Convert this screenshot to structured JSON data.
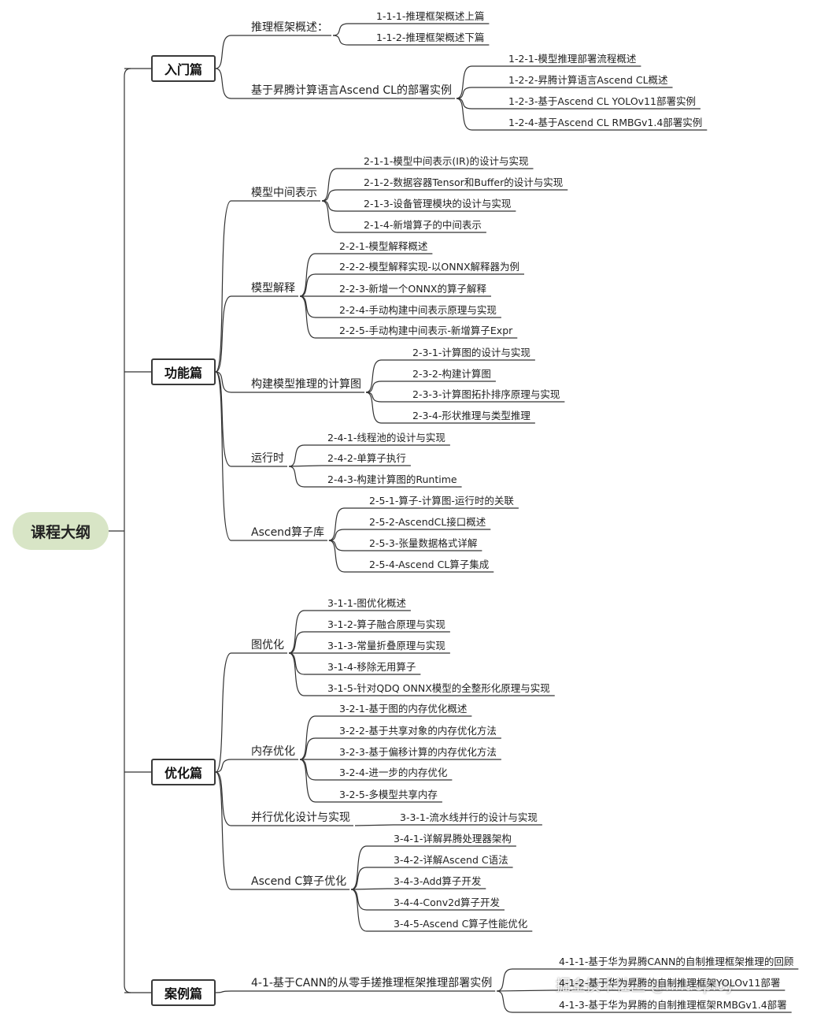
{
  "root": "课程大纲",
  "parts": [
    {
      "label": "入门篇",
      "sections": [
        {
          "label": "推理框架概述：",
          "leaves": [
            "1-1-1-推理框架概述上篇",
            "1-1-2-推理框架概述下篇"
          ]
        },
        {
          "label": "基于昇腾计算语言Ascend CL的部署实例",
          "leaves": [
            "1-2-1-模型推理部署流程概述",
            "1-2-2-昇腾计算语言Ascend CL概述",
            "1-2-3-基于Ascend CL YOLOv11部署实例",
            "1-2-4-基于Ascend CL RMBGv1.4部署实例"
          ]
        }
      ]
    },
    {
      "label": "功能篇",
      "sections": [
        {
          "label": "模型中间表示",
          "leaves": [
            "2-1-1-模型中间表示(IR)的设计与实现",
            "2-1-2-数据容器Tensor和Buffer的设计与实现",
            "2-1-3-设备管理模块的设计与实现",
            "2-1-4-新增算子的中间表示"
          ]
        },
        {
          "label": "模型解释",
          "leaves": [
            "2-2-1-模型解释概述",
            "2-2-2-模型解释实现-以ONNX解释器为例",
            "2-2-3-新增一个ONNX的算子解释",
            "2-2-4-手动构建中间表示原理与实现",
            "2-2-5-手动构建中间表示-新增算子Expr"
          ]
        },
        {
          "label": "构建模型推理的计算图",
          "leaves": [
            "2-3-1-计算图的设计与实现",
            "2-3-2-构建计算图",
            "2-3-3-计算图拓扑排序原理与实现",
            "2-3-4-形状推理与类型推理"
          ]
        },
        {
          "label": "运行时",
          "leaves": [
            "2-4-1-线程池的设计与实现",
            "2-4-2-单算子执行",
            "2-4-3-构建计算图的Runtime"
          ]
        },
        {
          "label": "Ascend算子库",
          "leaves": [
            "2-5-1-算子-计算图-运行时的关联",
            "2-5-2-AscendCL接口概述",
            "2-5-3-张量数据格式详解",
            "2-5-4-Ascend CL算子集成"
          ]
        }
      ]
    },
    {
      "label": "优化篇",
      "sections": [
        {
          "label": "图优化",
          "leaves": [
            "3-1-1-图优化概述",
            "3-1-2-算子融合原理与实现",
            "3-1-3-常量折叠原理与实现",
            "3-1-4-移除无用算子",
            "3-1-5-针对QDQ ONNX模型的全整形化原理与实现"
          ]
        },
        {
          "label": "内存优化",
          "leaves": [
            "3-2-1-基于图的内存优化概述",
            "3-2-2-基于共享对象的内存优化方法",
            "3-2-3-基于偏移计算的内存优化方法",
            "3-2-4-进一步的内存优化",
            "3-2-5-多模型共享内存"
          ]
        },
        {
          "label": "并行优化设计与实现",
          "leaves": [
            "3-3-1-流水线并行的设计与实现"
          ]
        },
        {
          "label": "Ascend C算子优化",
          "leaves": [
            "3-4-1-详解昇腾处理器架构",
            "3-4-2-详解Ascend C语法",
            "3-4-3-Add算子开发",
            "3-4-4-Conv2d算子开发",
            "3-4-5-Ascend C算子性能优化"
          ]
        }
      ]
    },
    {
      "label": "案例篇",
      "sections": [
        {
          "label": "4-1-基于CANN的从零手搓推理框架推理部署实例",
          "leaves": [
            "4-1-1-基于华为昇腾CANN的自制推理框架推理的回顾",
            "4-1-2-基于华为昇腾的自制推理框架YOLOv11部署",
            "4-1-3-基于华为昇腾的自制推理框架RMBGv1.4部署"
          ]
        }
      ]
    }
  ],
  "watermark": "掘金技术社区 @nndeploy",
  "colors": {
    "root_fill": "#d8e5c6",
    "line": "#333333",
    "border": "#3a3a3a"
  }
}
